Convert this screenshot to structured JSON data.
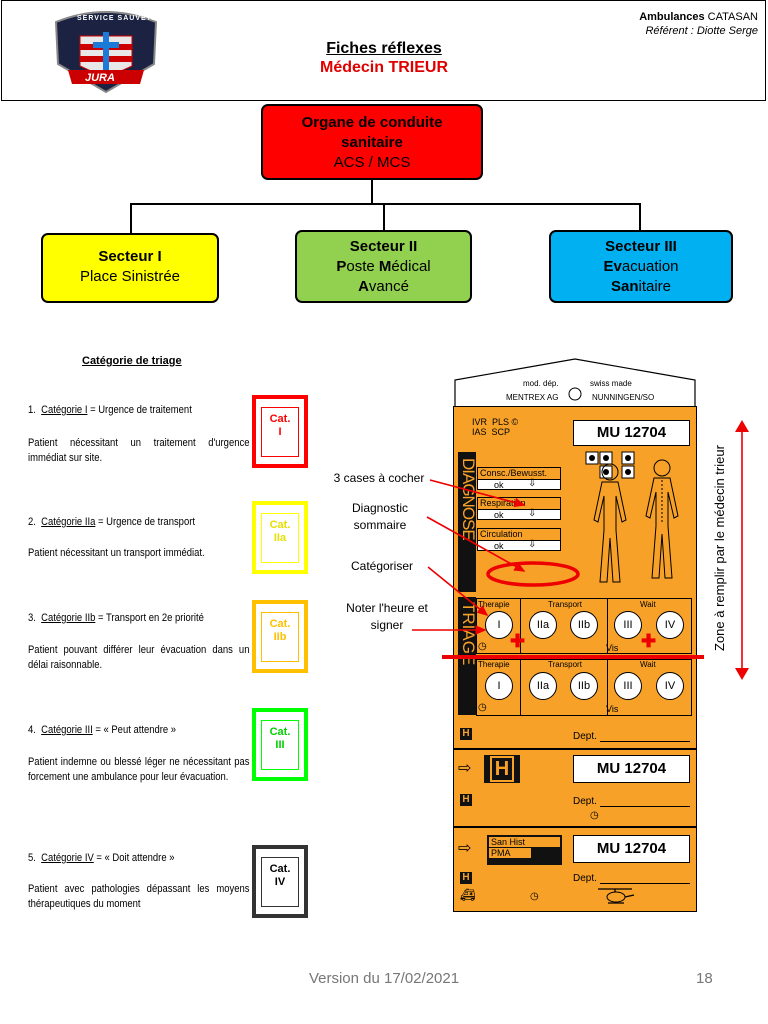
{
  "header": {
    "logo_text_top": "SERVICE SAUVETAGE",
    "logo_text_bottom": "JURA",
    "title": "Fiches réflexes",
    "subtitle": "Médecin TRIEUR",
    "company_bold": "Ambulances",
    "company": "CATASAN",
    "referent": "Référent : Diotte Serge"
  },
  "org": {
    "top": {
      "line1": "Organe de conduite",
      "line2": "sanitaire",
      "line3": "ACS / MCS"
    },
    "sector1": {
      "title": "Secteur I",
      "line1": "Place Sinistrée"
    },
    "sector2": {
      "title": "Secteur II",
      "l1a": "P",
      "l1b": "oste ",
      "l1c": "M",
      "l1d": "édical",
      "l2a": "A",
      "l2b": "vancé"
    },
    "sector3": {
      "title": "Secteur III",
      "l1a": "Ev",
      "l1b": "acuation",
      "l2a": "San",
      "l2b": "itaire"
    }
  },
  "categories": {
    "heading": "Catégorie de triage",
    "items": [
      {
        "num": "1.",
        "name": "Catégorie I",
        "def": " = Urgence de traitement",
        "desc": "Patient nécessitant un traitement d'urgence immédiat sur site.",
        "card1": "Cat.",
        "card2": "I",
        "color": "#ff0000"
      },
      {
        "num": "2.",
        "name": "Catégorie IIa",
        "def": " = Urgence de transport",
        "desc": "Patient nécessitant un transport immédiat.",
        "card1": "Cat.",
        "card2": "IIa",
        "color": "#ffff00"
      },
      {
        "num": "3.",
        "name": "Catégorie IIb",
        "def": " = Transport en 2e priorité",
        "desc": "Patient pouvant différer leur évacuation dans un délai raisonnable.",
        "card1": "Cat.",
        "card2": "IIb",
        "color": "#ffc000"
      },
      {
        "num": "4.",
        "name": "Catégorie III",
        "def": " = « Peut attendre »",
        "desc": "Patient indemne ou blessé léger ne nécessitant pas forcement une ambulance pour leur évacuation.",
        "card1": "Cat.",
        "card2": "III",
        "color": "#00ff00"
      },
      {
        "num": "5.",
        "name": "Catégorie IV",
        "def": " = « Doit attendre »",
        "desc": "Patient avec pathologies dépassant les moyens thérapeutiques du moment",
        "card1": "Cat.",
        "card2": "IV",
        "color": "#333333"
      }
    ]
  },
  "annotations": {
    "checkboxes": "3 cases à cocher",
    "diagnostic1": "Diagnostic",
    "diagnostic2": "sommaire",
    "categorize": "Catégoriser",
    "note1": "Noter l'heure et",
    "note2": "signer",
    "zone": "Zone à remplir par le médecin trieur"
  },
  "tag": {
    "mod": "mod. dép.",
    "swiss": "swiss made",
    "maker": "MENTREX AG",
    "city": "NUNNINGEN/SO",
    "ivr": "IVR",
    "ias": "IAS",
    "pls": "PLS ©",
    "scp": "SCP",
    "id": "MU 12704",
    "diagnose": "DIAGNOSE",
    "triage": "TRIAGE",
    "consc": "Consc./Bewusst.",
    "resp": "Respiration",
    "circ": "Circulation",
    "ok": "ok",
    "therapie": "Therapie",
    "transport": "Transport",
    "wait": "Wait",
    "c1": "I",
    "c2": "IIa",
    "c3": "IIb",
    "c4": "III",
    "c5": "IV",
    "vis": "Vis",
    "dept": "Dept.",
    "h": "H",
    "san_hist": "San Hist",
    "pma": "PMA"
  },
  "footer": {
    "version": "Version du 17/02/2021",
    "page": "18"
  }
}
